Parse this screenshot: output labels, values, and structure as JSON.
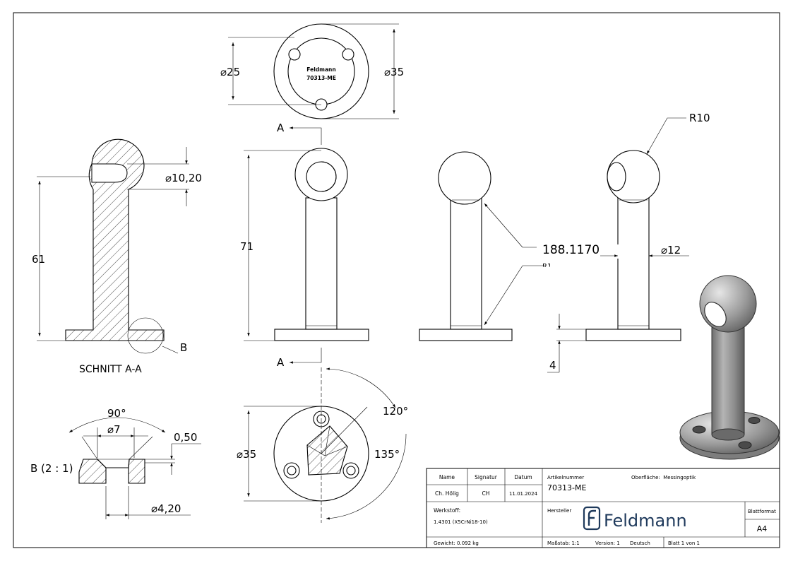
{
  "views": {
    "top": {
      "dia_inner": "25",
      "dia_outer": "35",
      "engraving_line1": "Feldmann",
      "engraving_line2": "70313-ME"
    },
    "section": {
      "height": "61",
      "bore": "10,20",
      "detail_ref": "B",
      "caption": "SCHNITT A-A"
    },
    "front": {
      "height": "71",
      "cut_label_top": "A",
      "cut_label_bottom": "A"
    },
    "side": {
      "callout": "188.1170313.ME",
      "r_fragment": "R1"
    },
    "right": {
      "radius": "R10",
      "dia_tube": "12",
      "base_thickness": "4"
    },
    "bottom": {
      "dia": "35",
      "angle1": "120°",
      "angle2": "135°"
    },
    "detail": {
      "label": "B (2 : 1)",
      "angle": "90°",
      "dia_counter": "7",
      "depth": "0,50",
      "dia_hole": "4,20"
    }
  },
  "diameter_symbol": "⌀",
  "title_block": {
    "col_name": "Name",
    "col_signatur": "Signatur",
    "col_datum": "Datum",
    "name": "Ch. Hölig",
    "signatur": "CH",
    "datum": "11.01.2024",
    "artikel_label": "Artikelnummer",
    "artikel_value": "70313-ME",
    "oberflaeche": "Oberfläche:  Messingoptik",
    "werkstoff_label": "Werkstoff:",
    "werkstoff_value": "1.4301 (X5CrNi18-10)",
    "hersteller_label": "Hersteller",
    "logo_text": "Feldmann",
    "blattformat_label": "Blattformat",
    "blattformat_value": "A4",
    "gewicht": "Gewicht: 0.092 kg",
    "massstab": "Maßstab: 1:1",
    "version": "Version: 1",
    "sprache": "Deutsch",
    "blatt": "Blatt 1 von 1"
  },
  "colors": {
    "line": "#000000",
    "render_shade": "#8a8a8a",
    "render_light": "#c8c8c8"
  }
}
